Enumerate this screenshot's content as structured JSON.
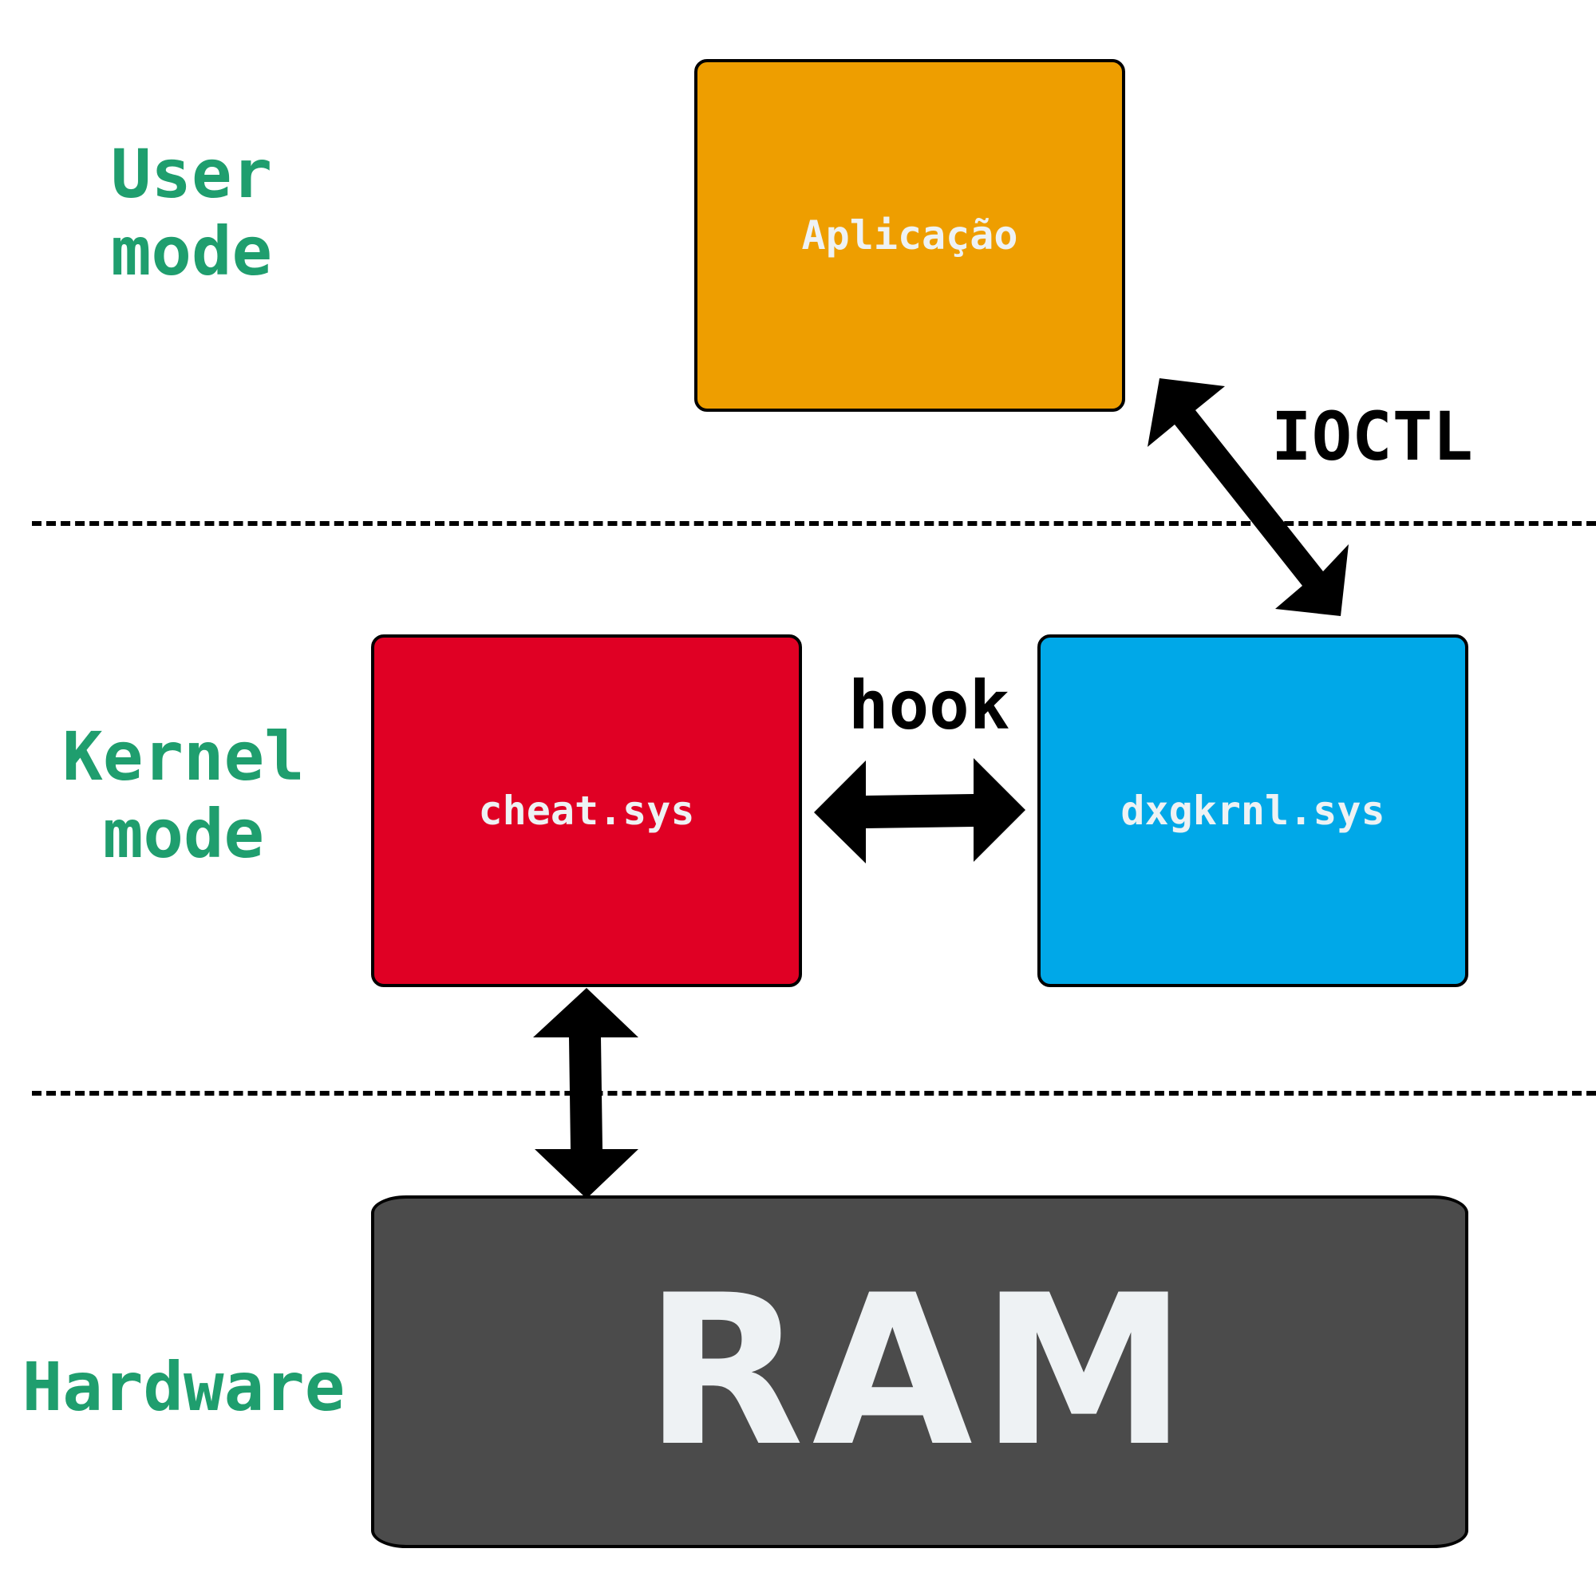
{
  "layers": {
    "user": {
      "label": "User\nmode",
      "color": "#1f9e6e"
    },
    "kernel": {
      "label": "Kernel\nmode",
      "color": "#1f9e6e"
    },
    "hardware": {
      "label": "Hardware",
      "color": "#1f9e6e"
    }
  },
  "nodes": {
    "app": {
      "label": "Aplicação",
      "color": "#ee9e00"
    },
    "cheat": {
      "label": "cheat.sys",
      "color": "#e00024"
    },
    "dxgkrnl": {
      "label": "dxgkrnl.sys",
      "color": "#00a8e8"
    },
    "ram": {
      "label": "RAM",
      "color": "#4b4b4b"
    }
  },
  "edges": {
    "ioctl": {
      "label": "IOCTL",
      "from": "Aplicação",
      "to": "dxgkrnl.sys",
      "direction": "bidirectional"
    },
    "hook": {
      "label": "hook",
      "from": "cheat.sys",
      "to": "dxgkrnl.sys",
      "direction": "bidirectional"
    },
    "memory": {
      "from": "cheat.sys",
      "to": "RAM",
      "direction": "bidirectional"
    }
  }
}
